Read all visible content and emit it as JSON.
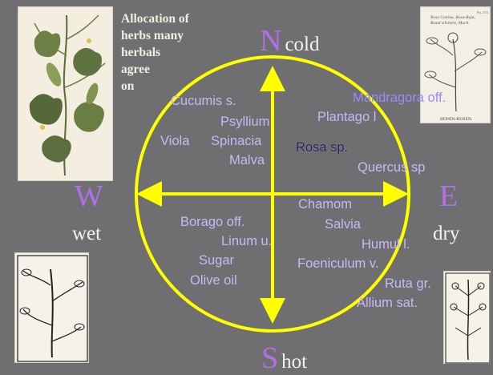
{
  "title": [
    "Allocation of",
    "herbs many",
    "herbals",
    "agree",
    "on"
  ],
  "directions": {
    "north": {
      "letter": "N",
      "word": "cold"
    },
    "south": {
      "letter": "S",
      "word": "hot"
    },
    "west": {
      "letter": "W",
      "word": "wet"
    },
    "east": {
      "letter": "E",
      "word": "dry"
    }
  },
  "herbs": {
    "cold_wet": [
      "Cucumis s.",
      "Psyllium",
      "Viola",
      "Spinacia",
      "Malva"
    ],
    "cold_dry": [
      "Mandragora off.",
      "Plantago l",
      "Rosa sp.",
      "Quercus sp"
    ],
    "hot_wet": [
      "Borago off.",
      "Linum u.",
      "Sugar",
      "Olive oil"
    ],
    "hot_dry": [
      "Chamom",
      "Salvia",
      "Humul l.",
      "Foeniculum v.",
      "Ruta gr.",
      "Allium sat."
    ]
  },
  "plate_caption": {
    "top_right_line1": "Rosa Canina, Rosa-Roja,",
    "top_right_line2": "Rosal silvestre, Mach.",
    "top_right_footer": "HONDS-ROSEN.",
    "page_no": "Pp. 374"
  },
  "colors": {
    "background": "#6f6f71",
    "circle": "#ffff00",
    "direction_letter": "#b070e8",
    "herb_text": "#c8b8f4"
  }
}
